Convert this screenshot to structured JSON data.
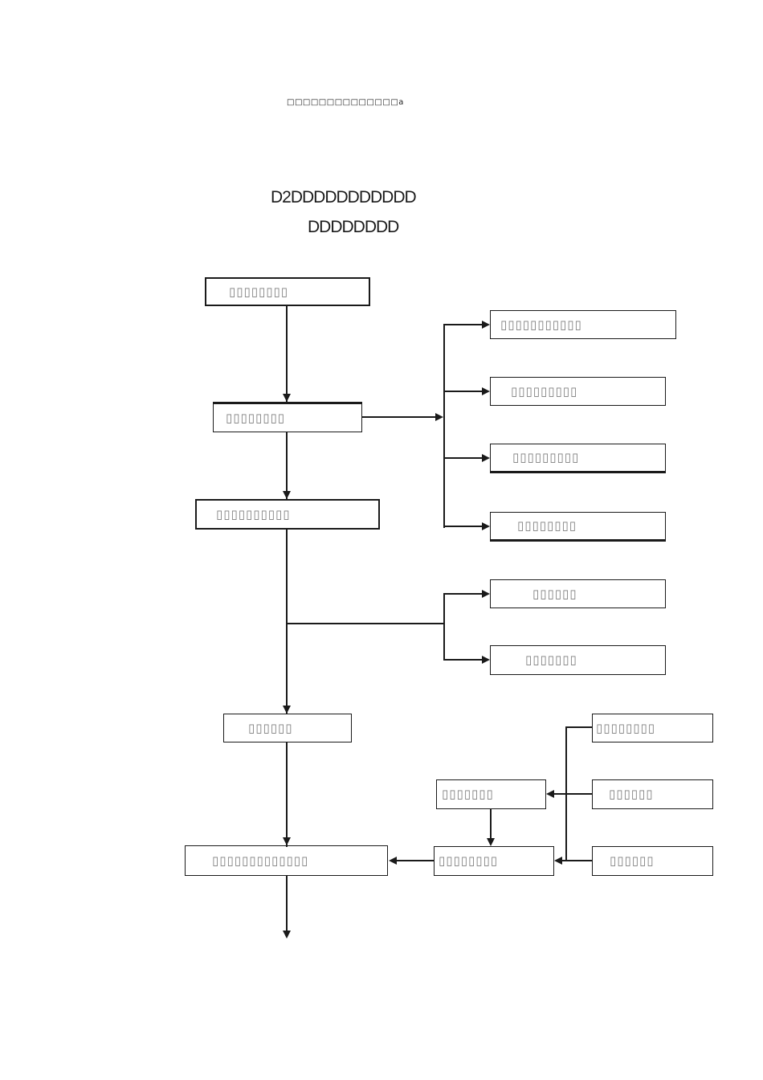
{
  "page": {
    "header_note": "□□□□□□□□□□□□□□a",
    "title_line1": "D2DDDDDDDDDDD",
    "title_line2": "DDDDDDDD"
  },
  "flowchart": {
    "main_flow": {
      "step1": "▯▯▯▯▯▯▯▯",
      "step2": "▯▯▯▯▯▯▯▯",
      "step3": "▯▯▯▯▯▯▯▯▯▯",
      "step4": "▯▯▯▯▯▯",
      "step5": "▯▯▯▯▯▯▯▯▯▯▯▯▯"
    },
    "right_branch_group1": {
      "item1": "▯▯▯▯▯▯▯▯▯▯▯",
      "item2": "▯▯▯▯▯▯▯▯▯",
      "item3": "▯▯▯▯▯▯▯▯▯",
      "item4": "▯▯▯▯▯▯▯▯"
    },
    "right_branch_group2": {
      "item1": "▯▯▯▯▯▯",
      "item2": "▯▯▯▯▯▯▯"
    },
    "right_column_group": {
      "item1": "▯▯▯▯▯▯▯▯",
      "item2": "▯▯▯▯▯▯",
      "item3": "▯▯▯▯▯▯"
    },
    "middle_group": {
      "item1": "▯▯▯▯▯▯▯",
      "item2": "▯▯▯▯▯▯▯▯"
    }
  },
  "colors": {
    "line": "#1a1a1a",
    "tofu": "#7d7d7d",
    "text": "#1a1a1a",
    "page_bg": "#ffffff"
  }
}
